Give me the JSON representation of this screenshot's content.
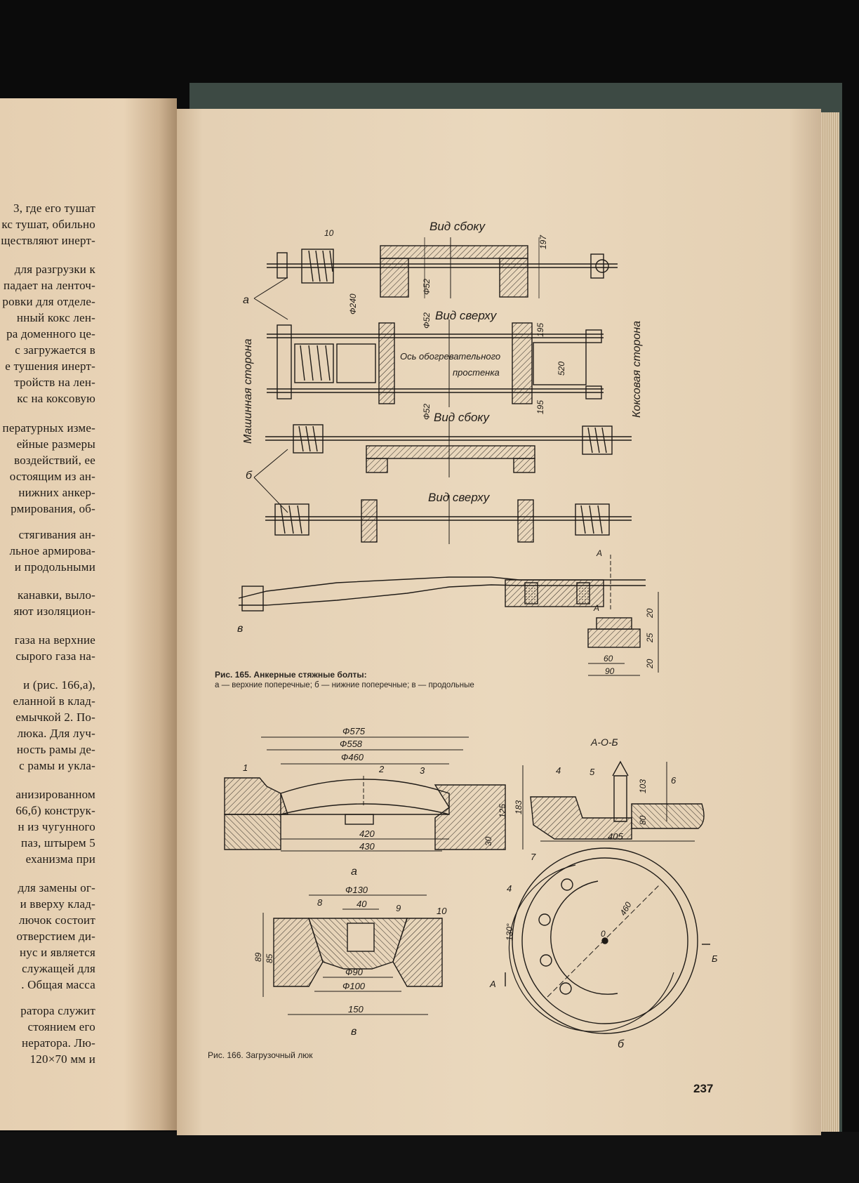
{
  "left_page": {
    "lines": [
      "3, где его тушат",
      "кс тушат, обильно",
      "ществляют инерт-",
      "для разгрузки к",
      "падает на ленточ-",
      "ровки для отделе-",
      "нный кокс лен-",
      "ра доменного це-",
      "с загружается в",
      "е тушения инерт-",
      "тройств на лен-",
      "кс на коксовую",
      "пературных изме-",
      "ейные размеры",
      "воздействий, ее",
      "остоящим из ан-",
      "нижних анкер-",
      "рмирования, об-",
      "стягивания ан-",
      "льное армирова-",
      "и продольными",
      "канавки, выло-",
      "яют изоляцион-",
      "газа на верхние",
      "сырого газа на-",
      "и (рис. 166,а),",
      "еланной в клад-",
      "емычкой 2. По-",
      "люка. Для луч-",
      "ность рамы де-",
      "с рамы и укла-",
      "анизированном",
      "66,б) конструк-",
      "н из чугунного",
      "паз, штырем 5",
      "еханизма при",
      "для замены ог-",
      "и вверху клад-",
      "лючок состоит",
      "отверстием ди-",
      "нус и является",
      "служащей для",
      ". Общая масса",
      "ратора служит",
      "стоянием его",
      "нератора. Лю-",
      "120×70 мм и"
    ]
  },
  "fig165": {
    "caption_title": "Рис. 165. Анкерные стяжные болты:",
    "caption_sub": "а — верхние поперечные; б — нижние поперечные; в — продольные",
    "labels": {
      "side_view_1": "Вид сбоку",
      "top_view_1": "Вид сверху",
      "side_view_2": "Вид сбоку",
      "top_view_2": "Вид сверху",
      "machine_side": "Машинная сторона",
      "coke_side": "Коксовая сторона",
      "axis_line1": "Ось обогревательного",
      "axis_line2": "простенка",
      "a": "а",
      "b": "б",
      "v": "в",
      "section_A_top": "А",
      "section_A_bot": "А"
    },
    "dims": {
      "d10": "10",
      "d240": "Ф240",
      "d52a": "Ф52",
      "d52b": "Ф52",
      "d52c": "Ф52",
      "d197": "197",
      "d195a": "195",
      "d520": "520",
      "d195b": "195",
      "d20a": "20",
      "d25": "25",
      "d20b": "20",
      "d60": "60",
      "d90": "90"
    }
  },
  "fig166": {
    "caption": "Рис. 166. Загрузочный люк",
    "labels": {
      "a": "а",
      "b": "б",
      "v": "в",
      "section": "А-О-Б",
      "A": "А",
      "B": "Б",
      "O": "0",
      "n1": "1",
      "n2": "2",
      "n3": "3",
      "n4a": "4",
      "n5": "5",
      "n6": "6",
      "n7": "7",
      "n4b": "4",
      "n8": "8",
      "n9": "9",
      "n10": "10"
    },
    "dims": {
      "d575": "Ф575",
      "d558": "Ф558",
      "d460": "Ф460",
      "d420": "420",
      "d430": "430",
      "d125": "125",
      "d30": "30",
      "d183": "183",
      "d103": "103",
      "d80": "80",
      "d405": "405",
      "d460r": "460",
      "d130deg": "130°",
      "d130": "Ф130",
      "d40": "40",
      "d89": "89",
      "d85": "85",
      "d90": "Ф90",
      "d100": "Ф100",
      "d150": "150"
    }
  },
  "page_number": "237"
}
